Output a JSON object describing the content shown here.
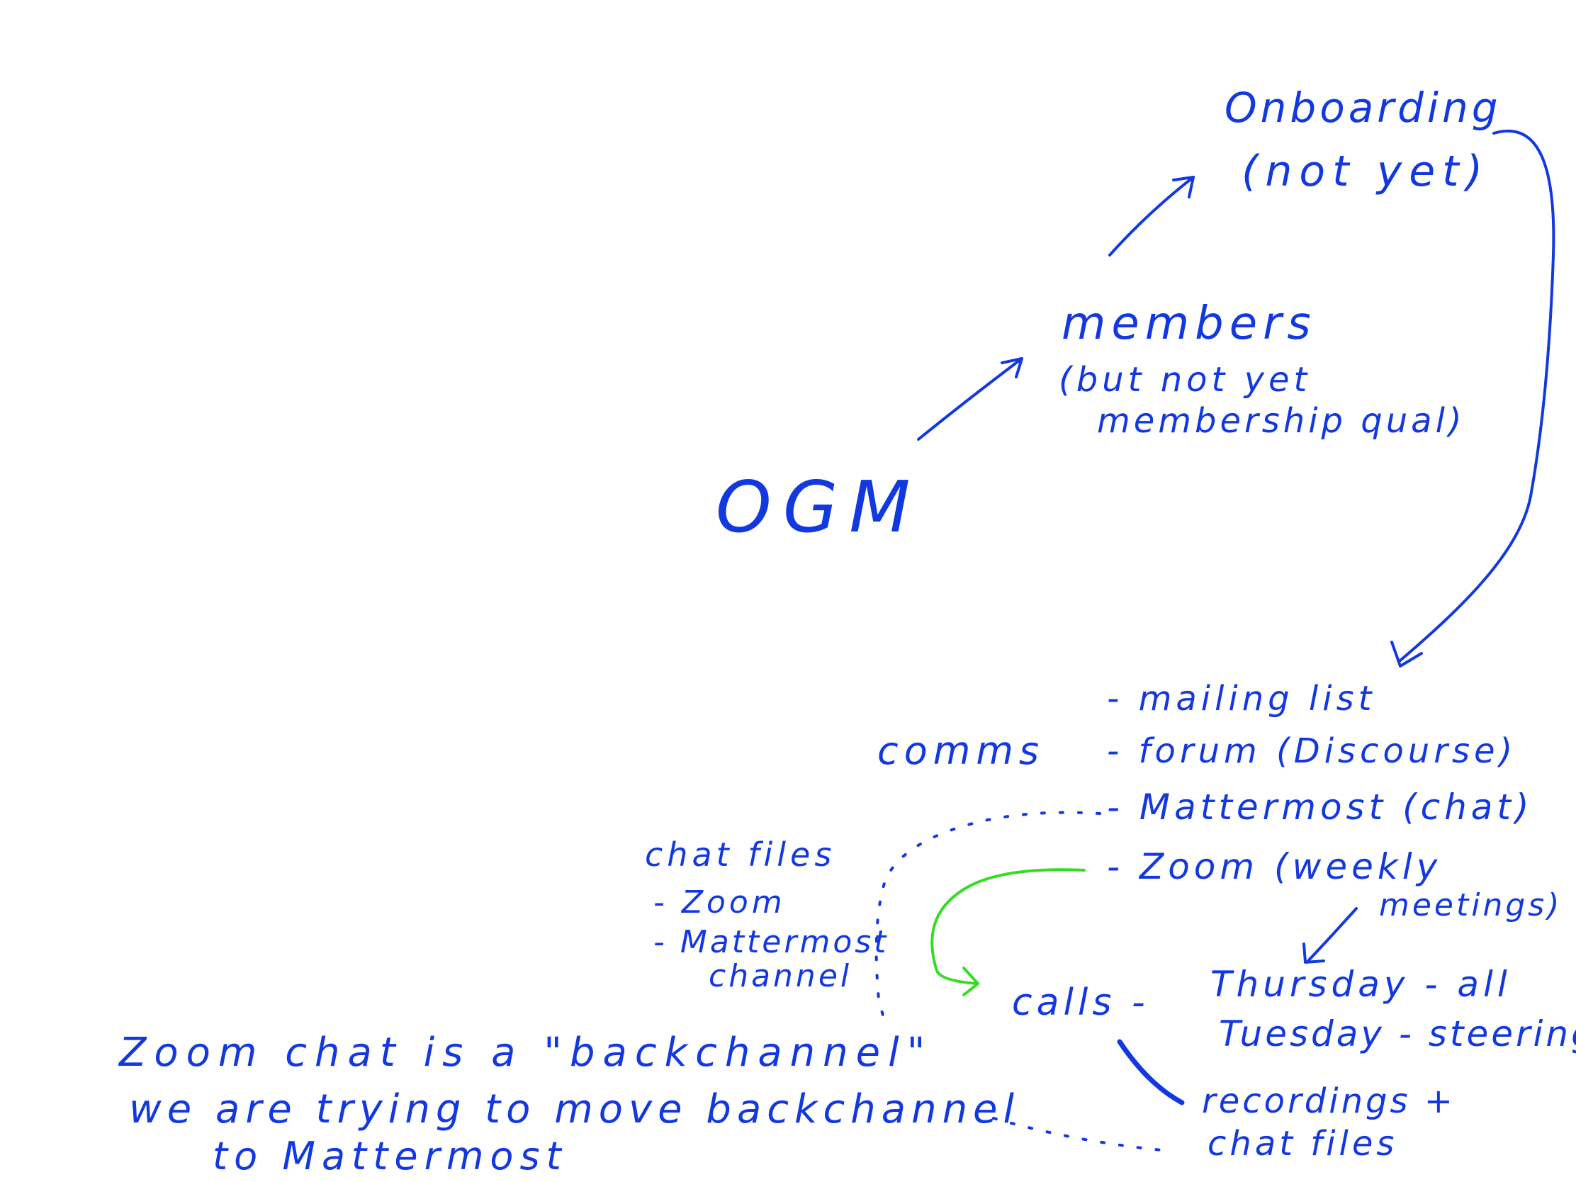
{
  "ink_color": "#1238e0",
  "accent_color": "#33dd22",
  "nodes": {
    "ogm": "OGM",
    "members": "members",
    "members_note_1": "(but not yet",
    "members_note_2": "membership qual)",
    "onboarding_1": "Onboarding",
    "onboarding_2": "(not yet)",
    "comms": "comms",
    "comms_items": [
      "- mailing list",
      "- forum (Discourse)",
      "- Mattermost (chat)",
      "- Zoom (weekly"
    ],
    "zoom_cont": "meetings)",
    "chat_files": {
      "title": "chat files",
      "items": [
        "- Zoom",
        "- Mattermost",
        "channel"
      ]
    },
    "calls": "calls -",
    "calls_items": [
      "Thursday - all",
      "Tuesday - steering"
    ],
    "recordings": "recordings +",
    "recordings_2": "chat files",
    "note": [
      "Zoom chat is a \"backchannel\"",
      "we are trying to move backchannel",
      "to Mattermost"
    ]
  }
}
